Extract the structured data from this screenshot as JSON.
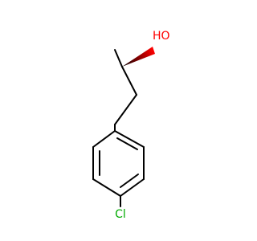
{
  "molecule": {
    "atoms": {
      "hydroxyl": {
        "label": "HO",
        "color": "#ff0000"
      },
      "chlorine": {
        "label": "Cl",
        "color": "#00aa00"
      }
    },
    "stereo": {
      "center": "C2",
      "bond": "wedge",
      "to": "hydroxyl"
    },
    "colors": {
      "bond": "#000000",
      "wedge_gradient": [
        "#000000",
        "#ff0000"
      ]
    }
  }
}
